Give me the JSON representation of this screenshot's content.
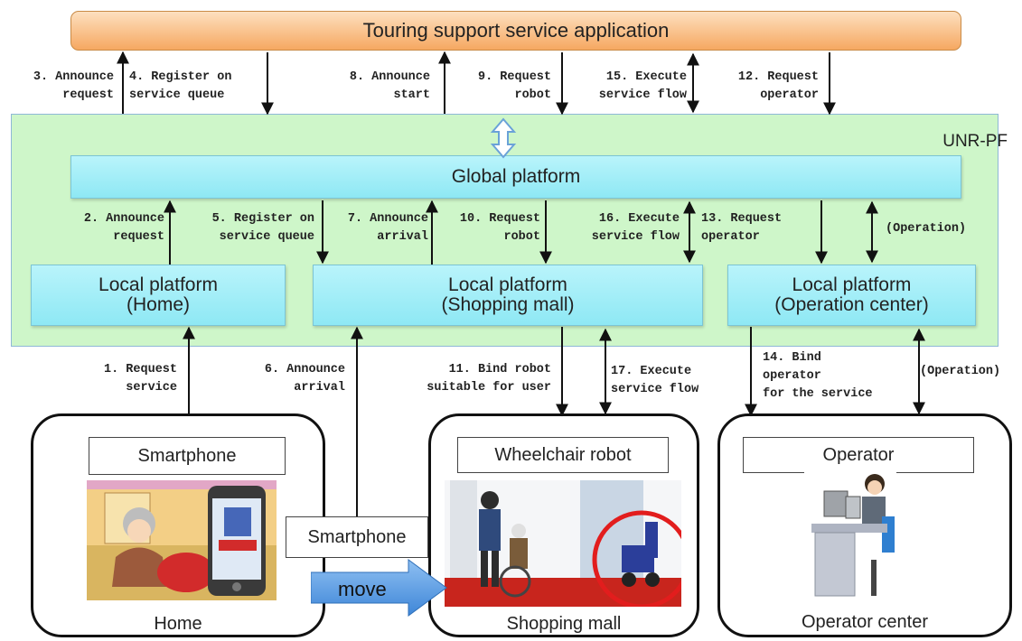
{
  "app": {
    "title": "Touring support service application"
  },
  "platform": {
    "name": "UNR-PF",
    "global": "Global platform"
  },
  "local_platforms": [
    {
      "line1": "Local platform",
      "line2": "(Home)"
    },
    {
      "line1": "Local platform",
      "line2": "(Shopping mall)"
    },
    {
      "line1": "Local platform",
      "line2": "(Operation center)"
    }
  ],
  "steps": {
    "s1": "1. Request\nservice",
    "s2": "2. Announce\nrequest",
    "s3": "3. Announce\nrequest",
    "s4": "4. Register on\nservice queue",
    "s5": "5. Register on\nservice queue",
    "s6": "6. Announce\narrival",
    "s7": "7. Announce\narrival",
    "s8": "8. Announce\nstart",
    "s9": "9. Request\nrobot",
    "s10": "10. Request\nrobot",
    "s11": "11. Bind robot\nsuitable for user",
    "s12": "12. Request\noperator",
    "s13": "13. Request\noperator",
    "s14": "14. Bind\noperator\nfor the service",
    "s15": "15. Execute\nservice flow",
    "s16": "16. Execute\nservice flow",
    "s17": "17. Execute\nservice flow",
    "op1": "(Operation)",
    "op2": "(Operation)"
  },
  "sites": {
    "home": {
      "device": "Smartphone",
      "name": "Home"
    },
    "mall": {
      "device": "Wheelchair robot",
      "name": "Shopping mall"
    },
    "center": {
      "device": "Operator",
      "name": "Operator center"
    },
    "mobile_device": "Smartphone",
    "move": "move"
  },
  "colors": {
    "app": "#f6a861",
    "platform_area": "#cef6c9",
    "platform_box": "#8ee8f4",
    "arrow": "#111111",
    "move_arrow": "#4a90e2"
  }
}
